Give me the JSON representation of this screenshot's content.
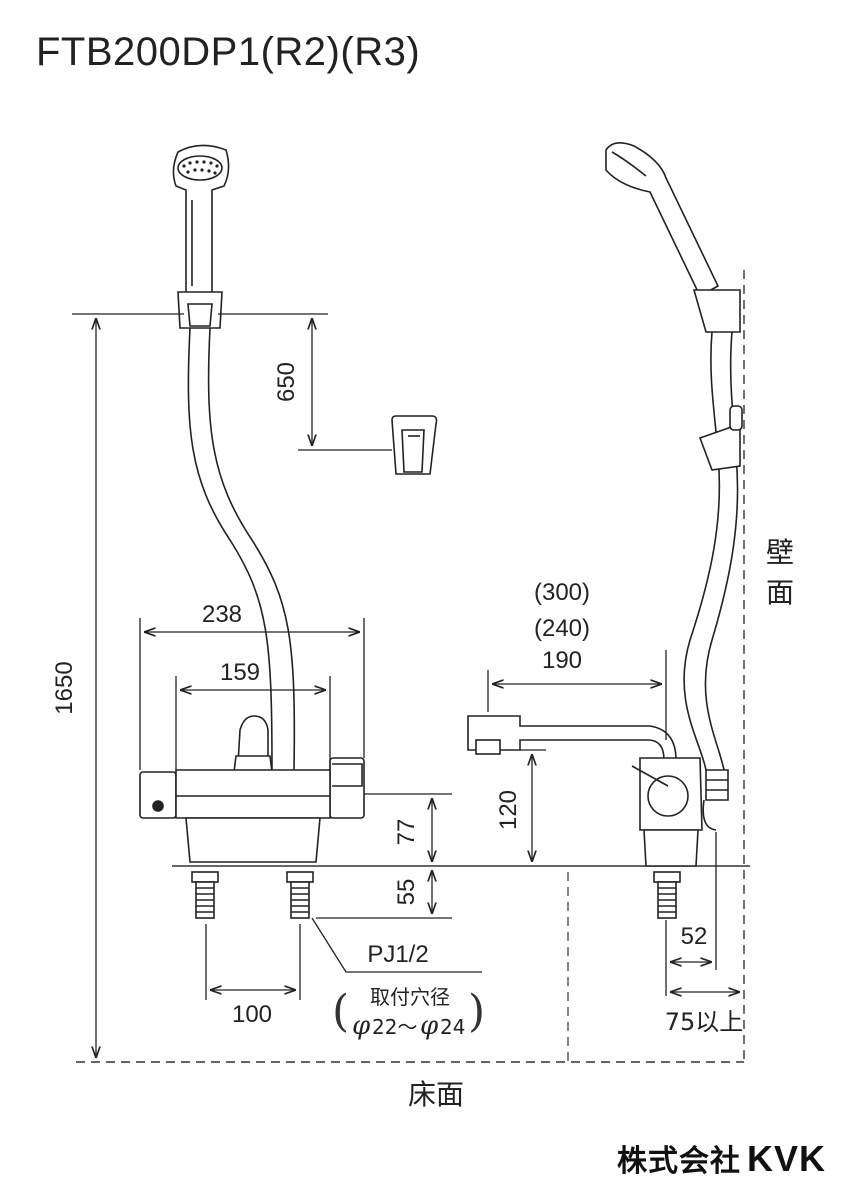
{
  "title": "FTB200DP1(R2)(R3)",
  "dimensions": {
    "d1650": "1650",
    "d650": "650",
    "d238": "238",
    "d159": "159",
    "d77": "77",
    "d55": "55",
    "d100": "100",
    "d120": "120",
    "d300": "(300)",
    "d240": "(240)",
    "d190": "190",
    "d52": "52",
    "d75": "75以上"
  },
  "labels": {
    "pipe_thread": "PJ1/2",
    "mount_hole": "取付穴径",
    "phi_a_symbol": "φ",
    "phi_a_value": "22～",
    "phi_b_symbol": "φ",
    "phi_b_value": "24",
    "wall_1": "壁",
    "wall_2": "面",
    "floor": "床面"
  },
  "brand": {
    "company": "株式会社",
    "logo": "KVK"
  }
}
